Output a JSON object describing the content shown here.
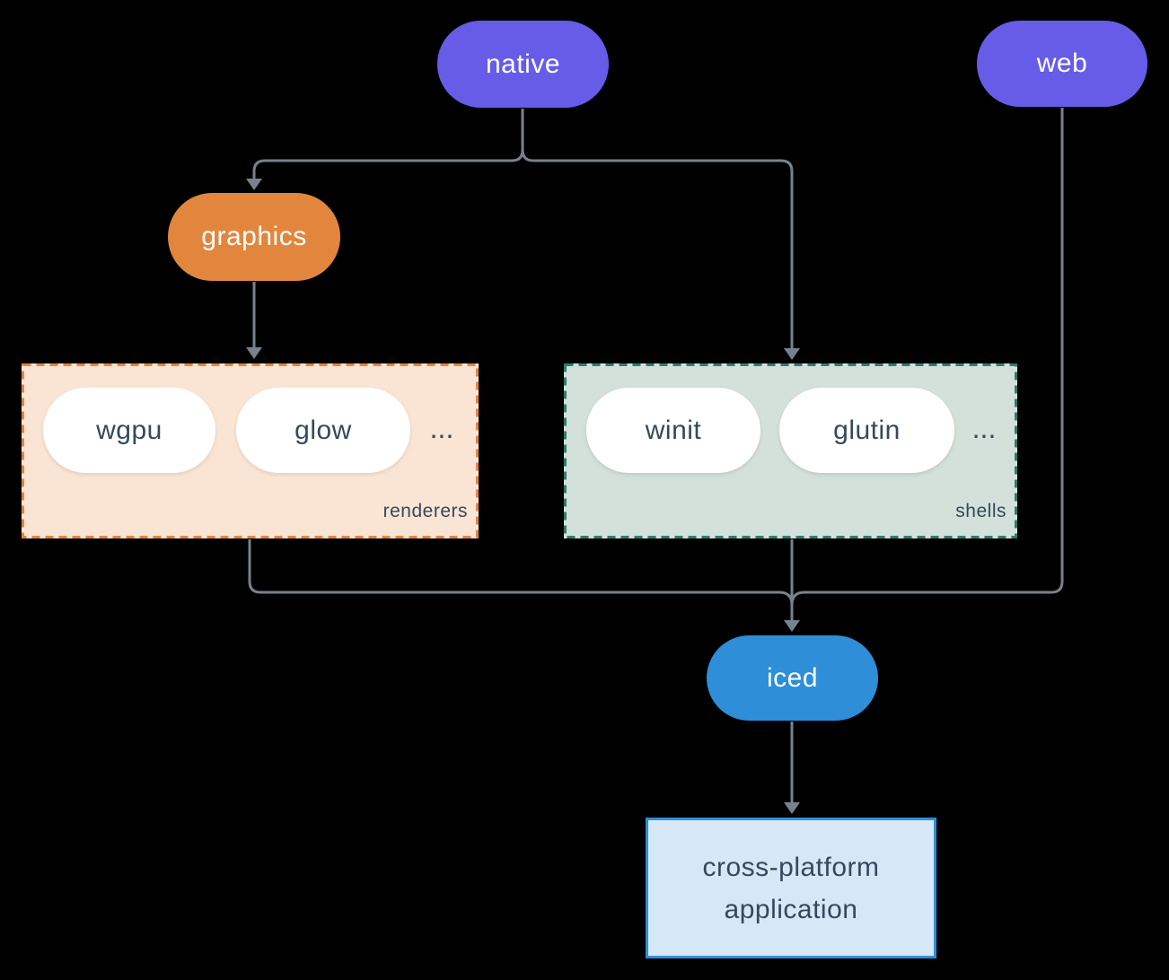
{
  "colors": {
    "background": "#000000",
    "connector": "#76828e",
    "purple": "#675ce8",
    "orange": "#e2863e",
    "peach_fill": "#fae5d4",
    "teal": "#2e7d6e",
    "sage_fill": "#d3e1da",
    "blue": "#2e8ed8",
    "light_blue_fill": "#d6e8f8",
    "slate_text": "#36485c",
    "white": "#ffffff"
  },
  "nodes": {
    "native": "native",
    "web": "web",
    "graphics": "graphics",
    "wgpu": "wgpu",
    "glow": "glow",
    "winit": "winit",
    "glutin": "glutin",
    "iced": "iced",
    "app_line1": "cross-platform",
    "app_line2": "application"
  },
  "groups": {
    "renderers": {
      "label": "renderers",
      "ellipsis": "..."
    },
    "shells": {
      "label": "shells",
      "ellipsis": "..."
    }
  }
}
